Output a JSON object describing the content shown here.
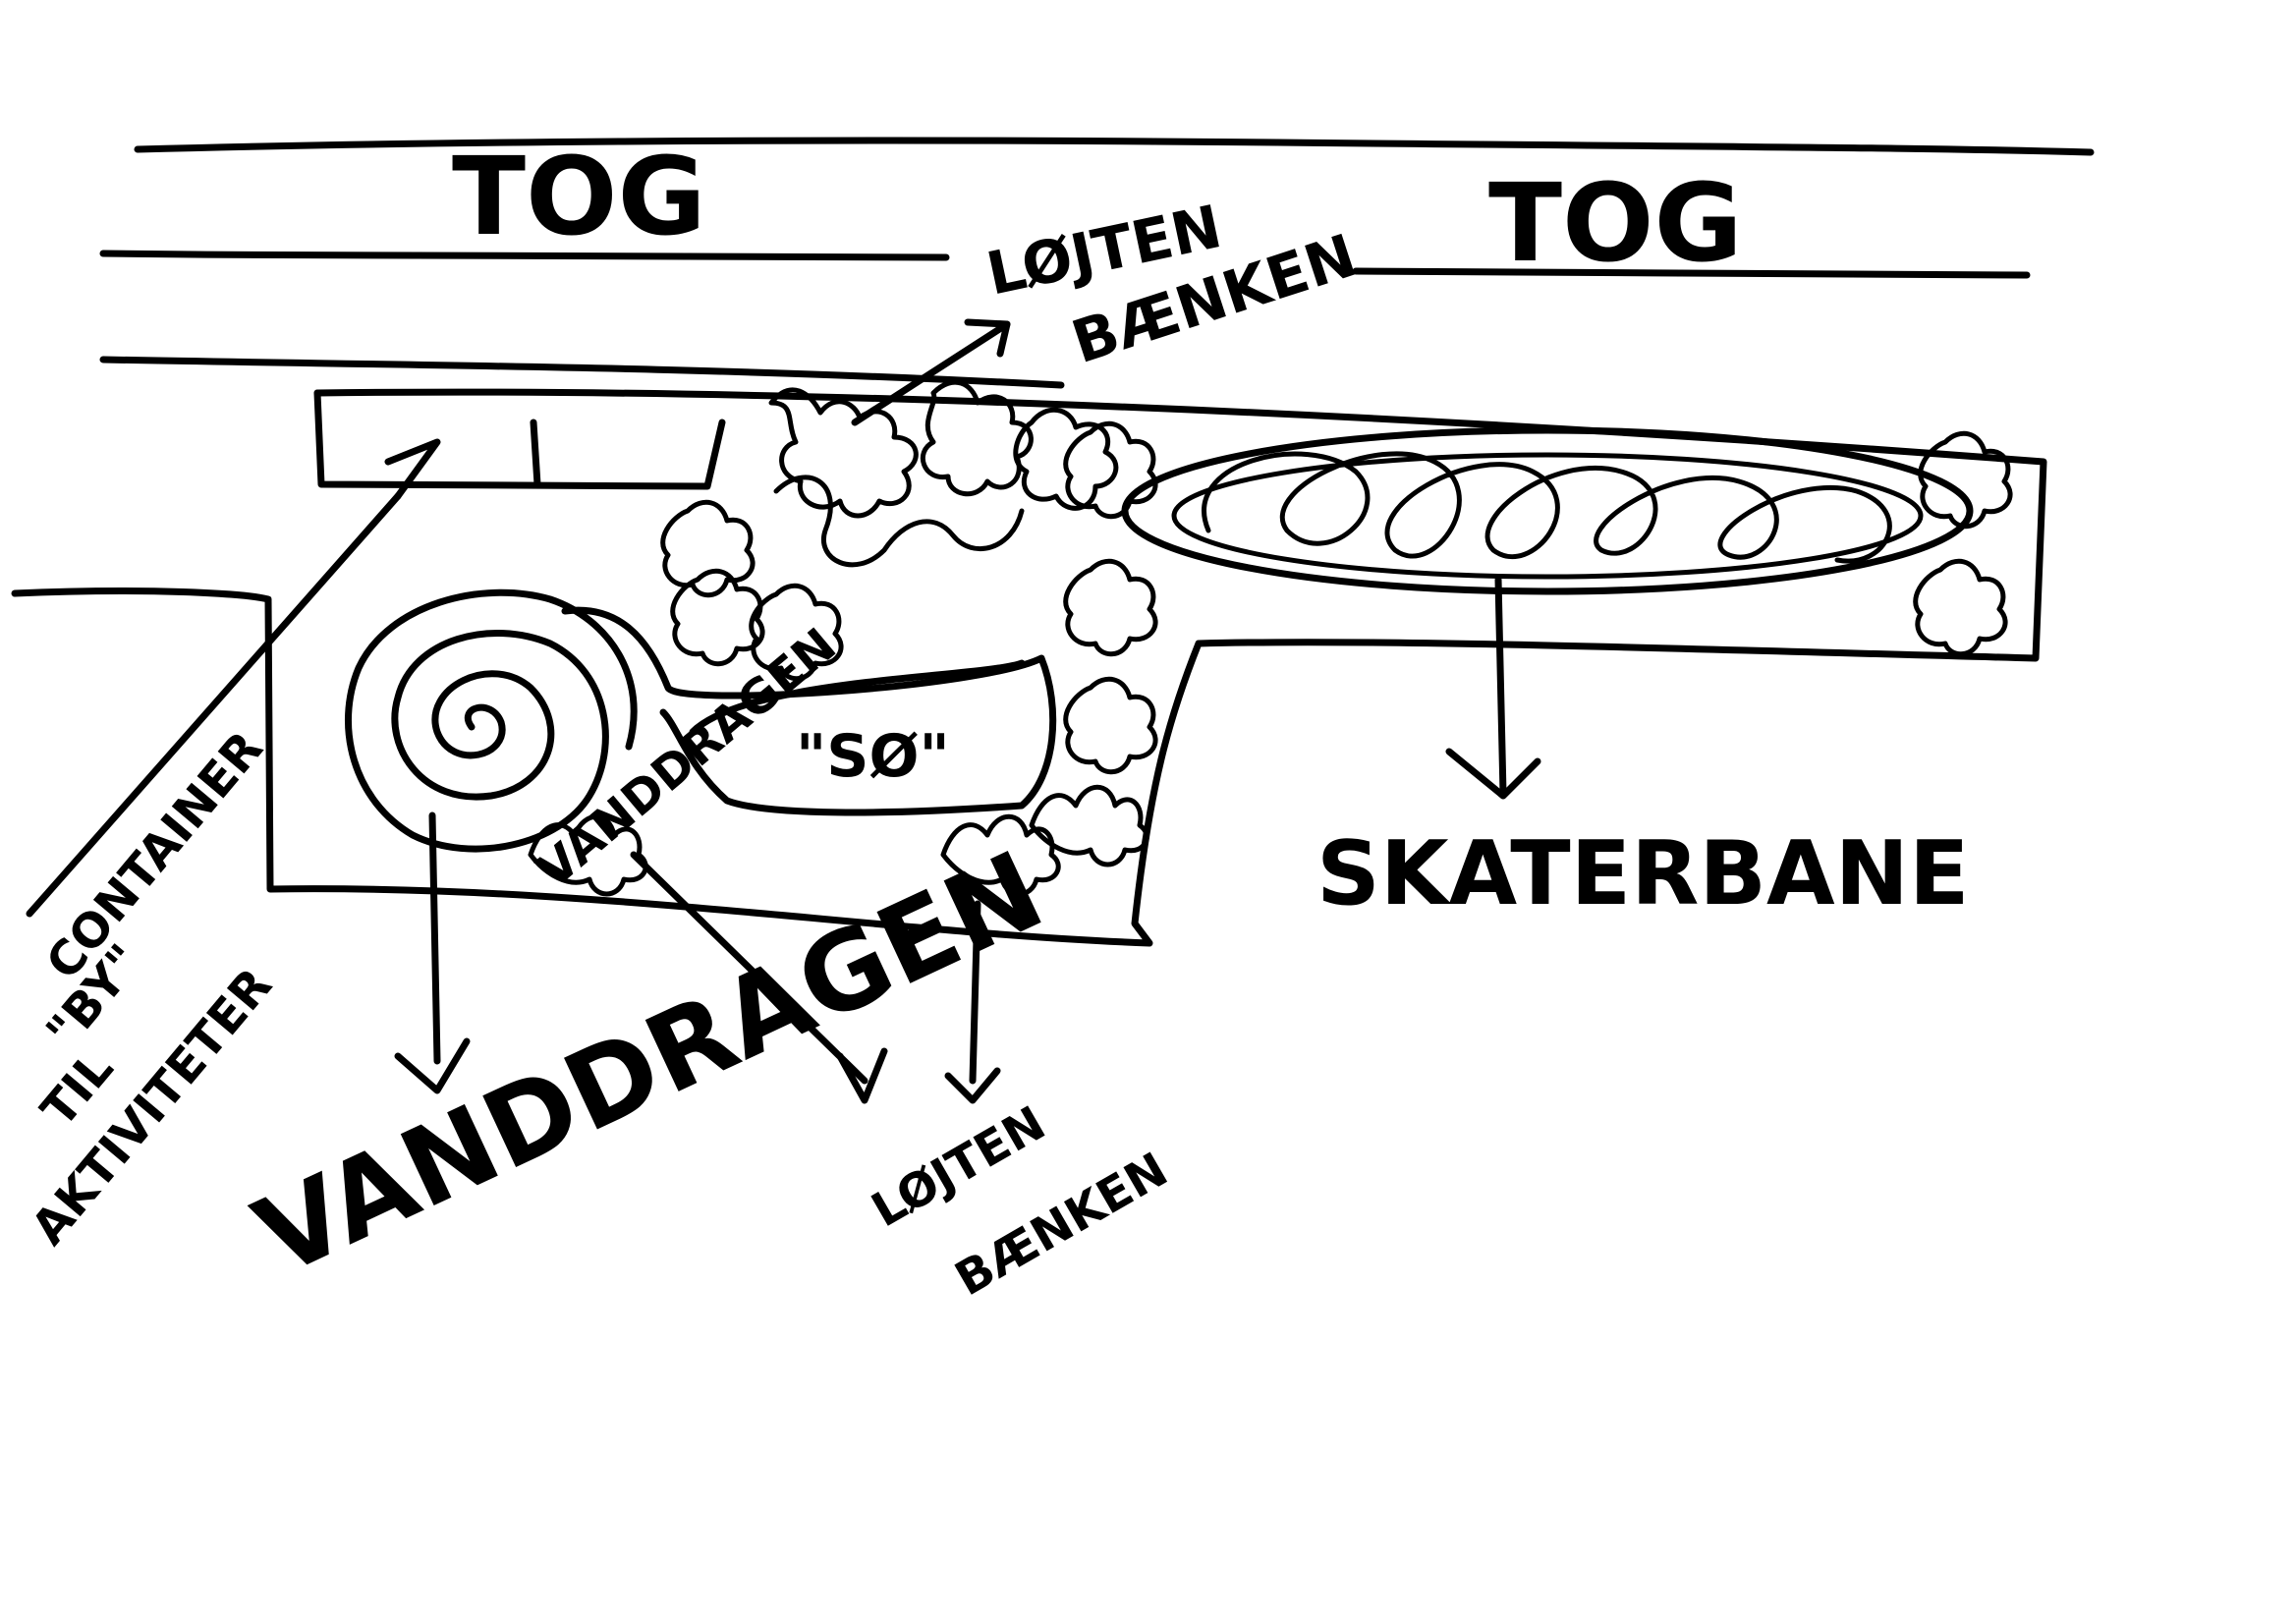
{
  "labels": {
    "tog_left": "TOG",
    "tog_right": "TOG",
    "lojten_top_line1": "LØJTEN",
    "lojten_top_line2": "BÆNKEN",
    "so": "\"SØ\"",
    "skaterbane": "SKATERBANE",
    "container_line1": "CONTAINER",
    "container_line2": "\"BY\"",
    "til_aktiviteter_line1": "TIL",
    "til_aktiviteter_line2": "AKTIVITETER",
    "vanddragen_small": "VANDDRAGEN",
    "vanddragen_large": "VANDDRAGEN",
    "lojten_bottom_line1": "LØJTEN",
    "lojten_bottom_line2": "BÆNKEN"
  },
  "colors": {
    "ink": "#000000",
    "paper": "#ffffff"
  }
}
